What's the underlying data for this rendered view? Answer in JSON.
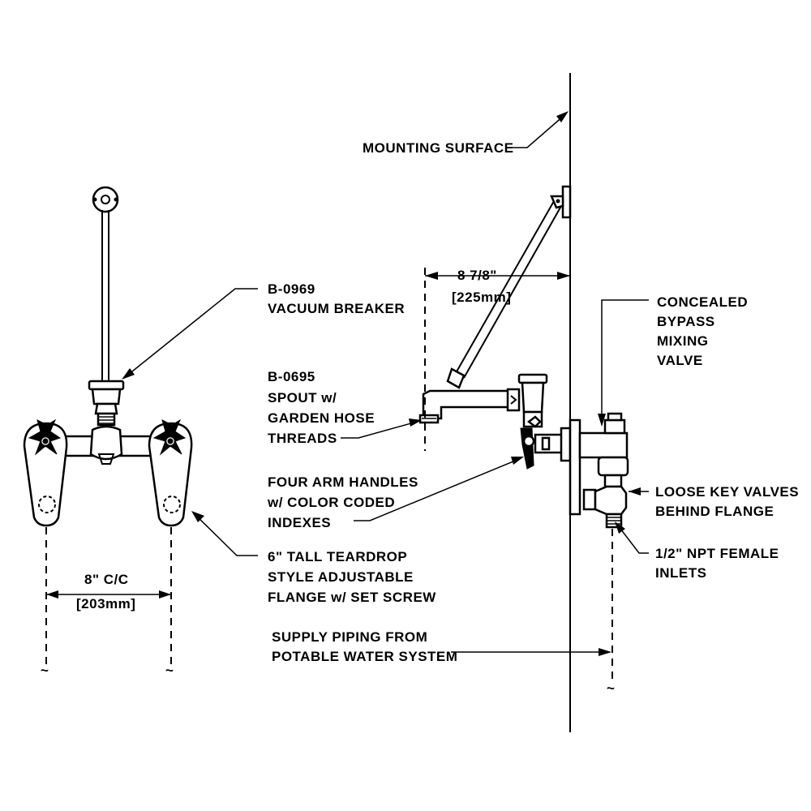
{
  "labels": {
    "mounting_surface": "MOUNTING SURFACE",
    "vacuum_breaker_1": "B-0969",
    "vacuum_breaker_2": "VACUUM BREAKER",
    "spout_1": "B-0695",
    "spout_2": "SPOUT w/",
    "spout_3": "GARDEN HOSE",
    "spout_4": "THREADS",
    "handles_1": "FOUR ARM HANDLES",
    "handles_2": "w/ COLOR CODED",
    "handles_3": "INDEXES",
    "flange_1": "6\" TALL TEARDROP",
    "flange_2": "STYLE ADJUSTABLE",
    "flange_3": "FLANGE w/ SET SCREW",
    "valve_1": "CONCEALED",
    "valve_2": "BYPASS",
    "valve_3": "MIXING",
    "valve_4": "VALVE",
    "key_valves_1": "LOOSE KEY VALVES",
    "key_valves_2": "BEHIND FLANGE",
    "inlets_1": "1/2\" NPT FEMALE",
    "inlets_2": "INLETS",
    "supply_1": "SUPPLY PIPING FROM",
    "supply_2": "POTABLE WATER SYSTEM"
  },
  "dimensions": {
    "centers_in": "8\" C/C",
    "centers_mm": "[203mm]",
    "projection_in": "8 7/8\"",
    "projection_mm": "[225mm]"
  },
  "break_symbol": "~"
}
